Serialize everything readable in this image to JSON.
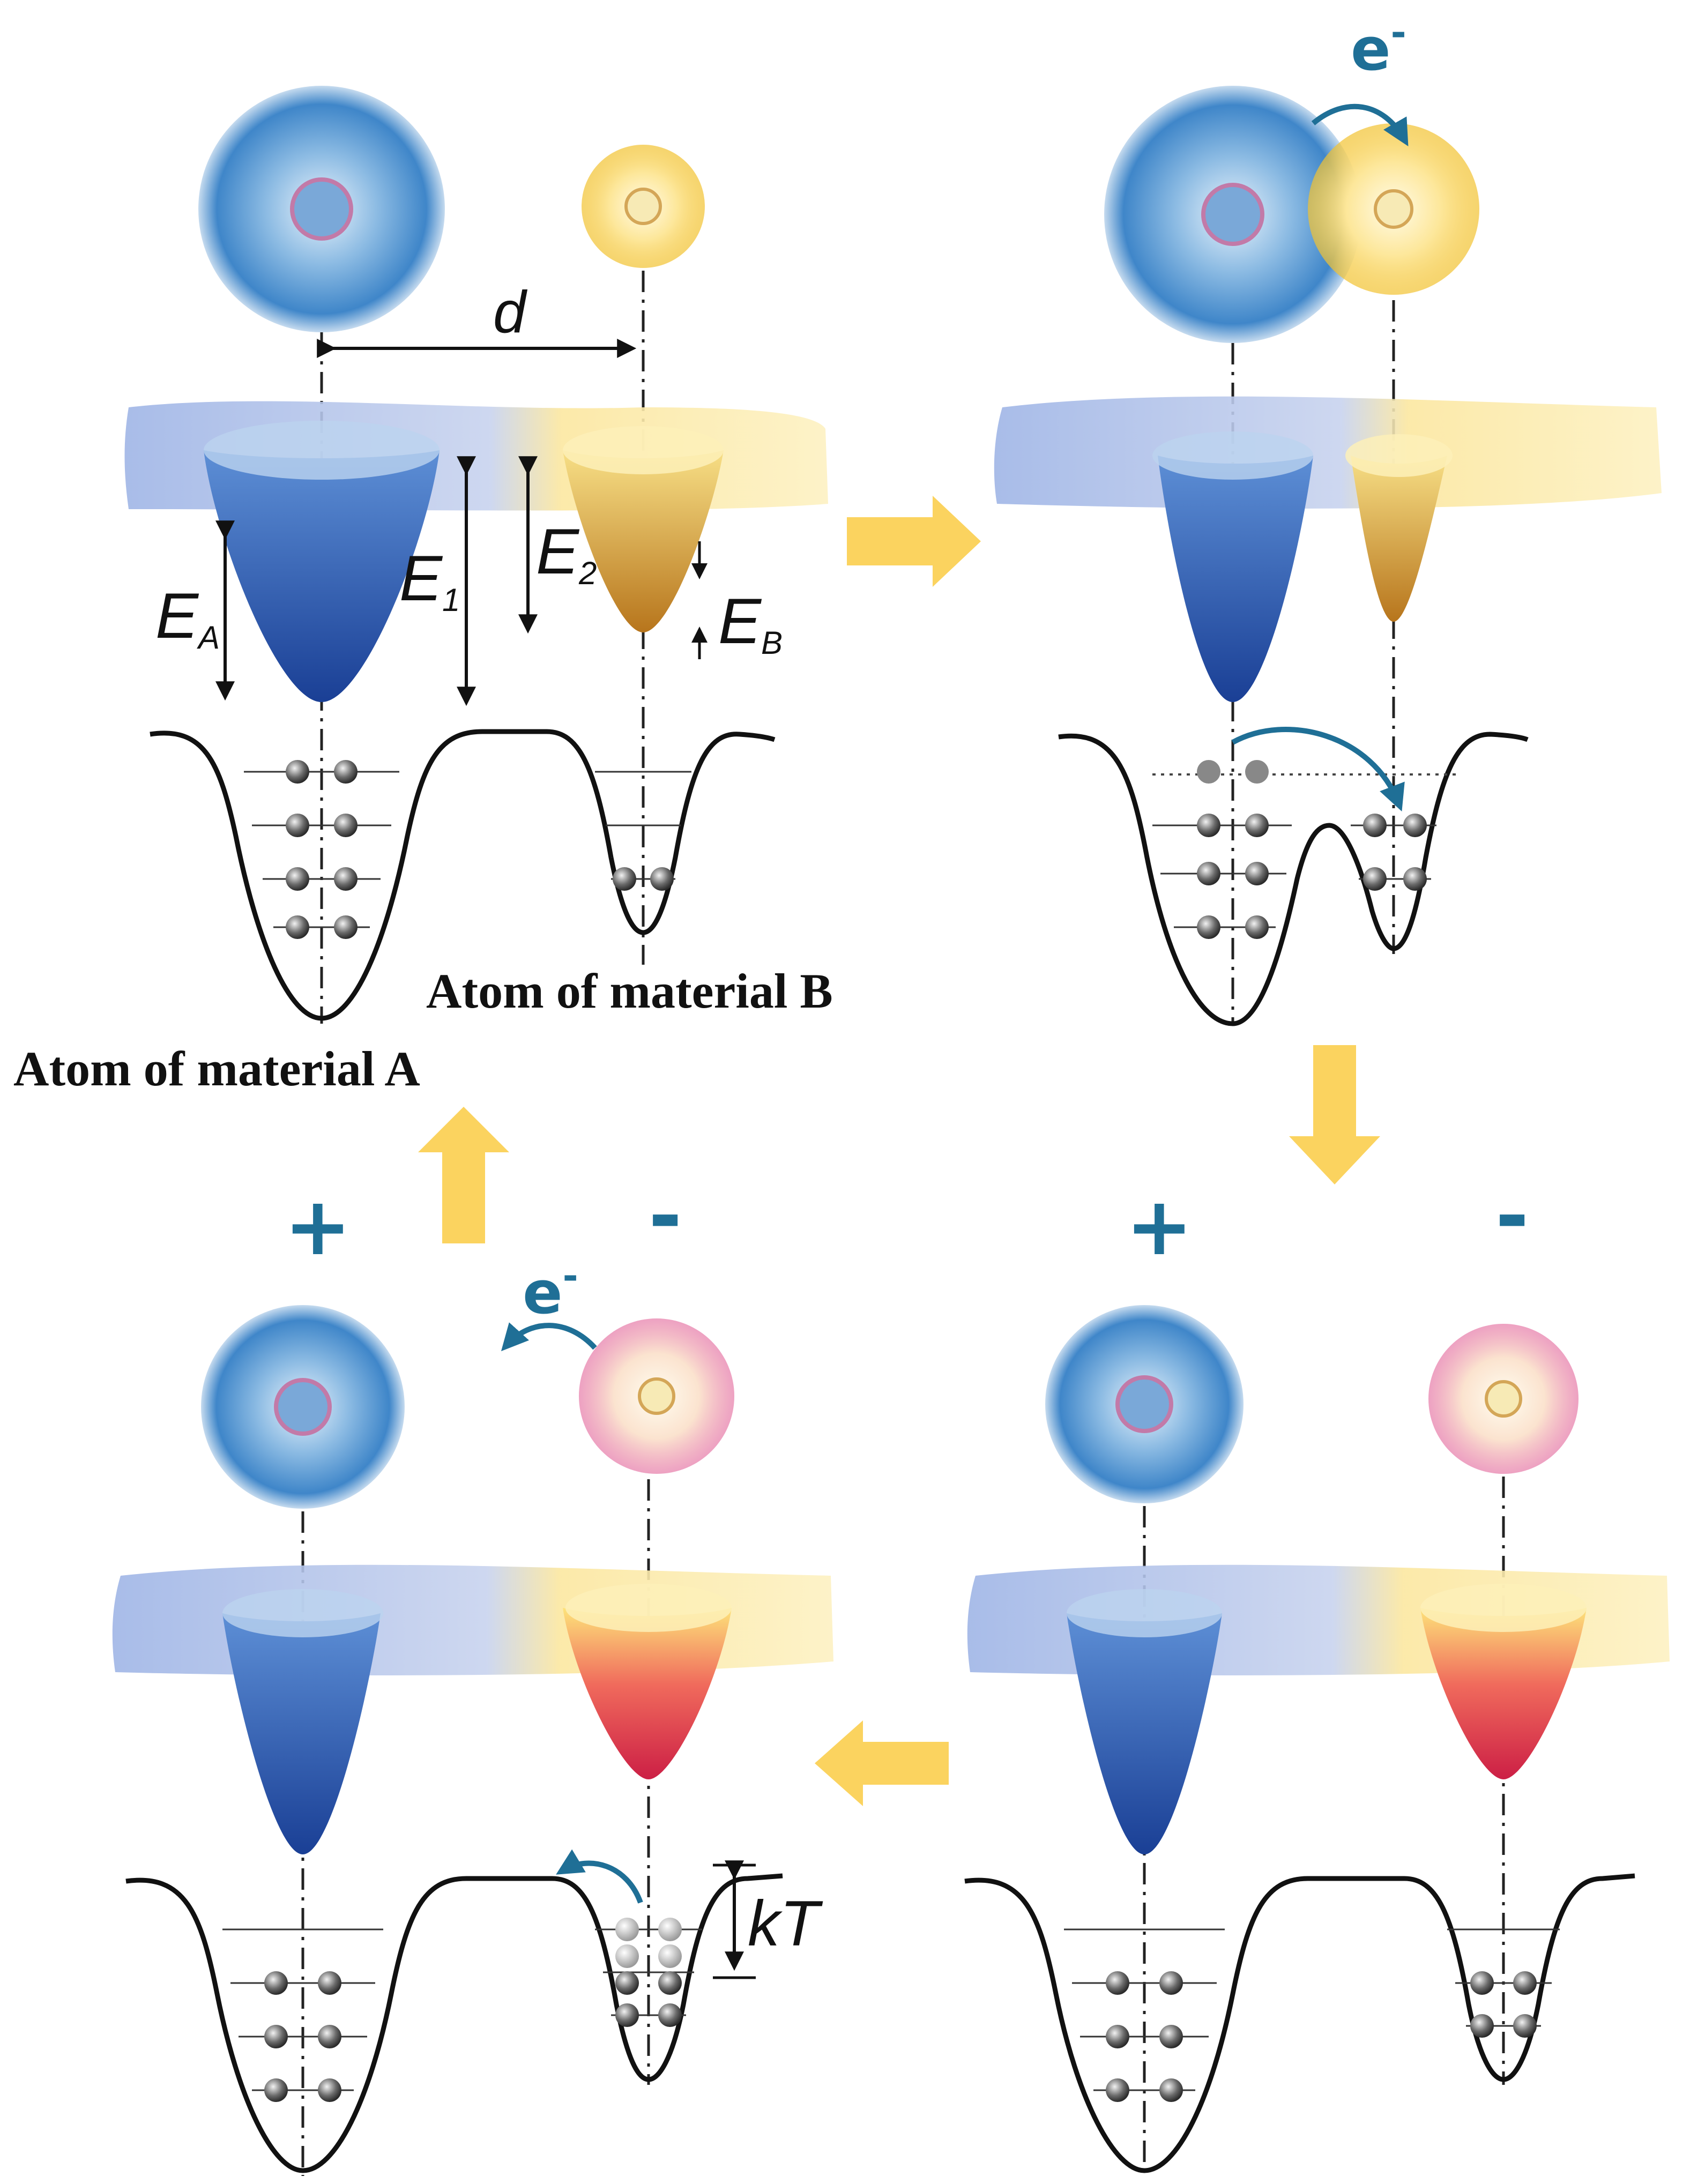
{
  "labels": {
    "distance": "d",
    "e1": "E",
    "e1_sub": "1",
    "e2": "E",
    "e2_sub": "2",
    "ea": "E",
    "ea_sub": "A",
    "eb": "E",
    "eb_sub": "B",
    "kt": "kT",
    "electron": "e",
    "electron_sup": "-",
    "plus": "+",
    "minus": "-",
    "atom_a": "Atom of material A",
    "atom_b": "Atom of material B"
  },
  "colors": {
    "atom_a": "#3f86c9",
    "atom_b": "#f2c230",
    "atom_b_charged": "#e98ab3",
    "well_a": "#1f4fa8",
    "well_b": "#c9841f",
    "well_b_charged": "#e0304e",
    "arrow": "#fbd35f",
    "electron_arrow": "#1f6f96",
    "curve": "#111111"
  },
  "icons": {
    "process_arrow": "block-arrow-icon",
    "transfer_arrow": "curved-arrow-icon",
    "electron": "electron-sphere-icon"
  }
}
